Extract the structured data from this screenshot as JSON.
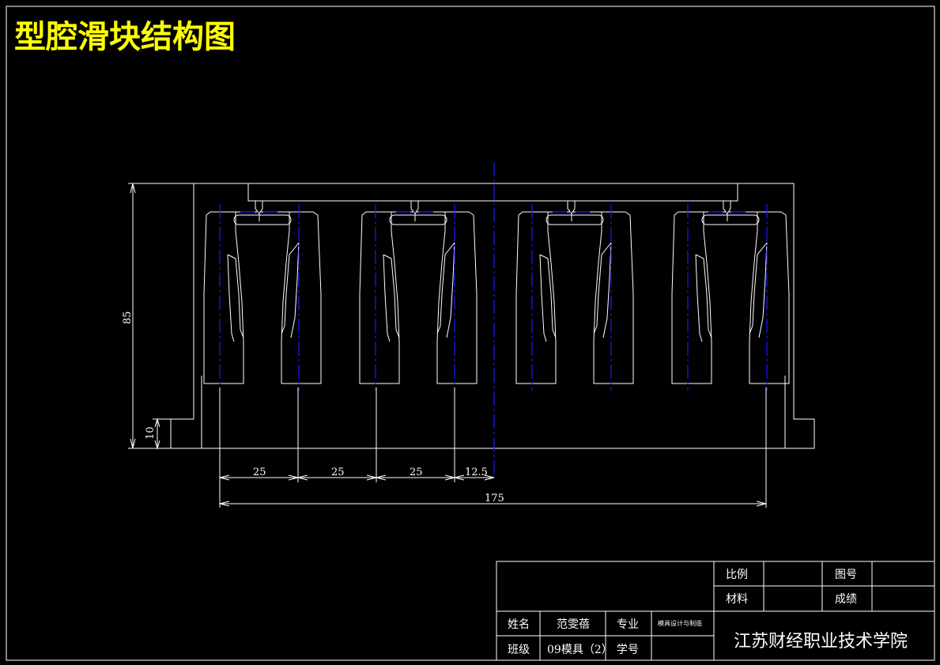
{
  "title": "型腔滑块结构图",
  "dimensions": {
    "height_total": "85",
    "height_base": "10",
    "pitch_1": "25",
    "pitch_2": "25",
    "pitch_3": "25",
    "half_pitch": "12.5",
    "overall_span": "175"
  },
  "title_block": {
    "scale_label": "比例",
    "scale_value": "",
    "drawing_no_label": "图号",
    "drawing_no_value": "",
    "material_label": "材料",
    "material_value": "",
    "grade_label": "成绩",
    "grade_value": "",
    "name_label": "姓名",
    "name_value": "范雯蓓",
    "major_label": "专业",
    "major_value": "模具设计与制造",
    "class_label": "班级",
    "class_value": "09模具（2）",
    "student_no_label": "学号",
    "student_no_value": "",
    "school": "江苏财经职业技术学院"
  },
  "colors": {
    "background": "#000000",
    "lines": "#ffffff",
    "centerlines": "#1a1aff",
    "title": "#ffff00"
  }
}
